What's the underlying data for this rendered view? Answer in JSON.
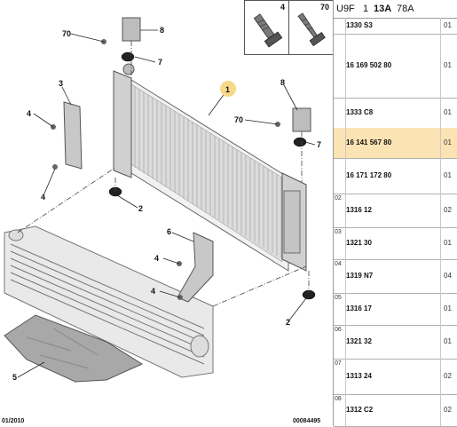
{
  "header": {
    "prefix": "U9F",
    "group": "1",
    "section": "13A",
    "code": "78A"
  },
  "hardware_box": {
    "left_label": "4",
    "right_label": "70"
  },
  "callouts": {
    "c1": "1",
    "c2a": "2",
    "c2b": "2",
    "c3": "3",
    "c4a": "4",
    "c4b": "4",
    "c4c": "4",
    "c4d": "4",
    "c5": "5",
    "c6": "6",
    "c7a": "7",
    "c7b": "7",
    "c8a": "8",
    "c8b": "8",
    "c70a": "70",
    "c70b": "70"
  },
  "footer": {
    "date": "01/2010",
    "drawing_no": "00084495"
  },
  "parts": [
    {
      "index": "",
      "ref": "1330 S3",
      "qty": "01"
    },
    {
      "index": "",
      "ref": "16 169 502 80",
      "qty": "01"
    },
    {
      "index": "",
      "ref": "1333 C8",
      "qty": "01"
    },
    {
      "index": "",
      "ref": "16 141 567 80",
      "qty": "01"
    },
    {
      "index": "",
      "ref": "16 171 172 80",
      "qty": "01"
    },
    {
      "index": "02",
      "ref": "1316 12",
      "qty": "02"
    },
    {
      "index": "03",
      "ref": "1321 30",
      "qty": "01"
    },
    {
      "index": "04",
      "ref": "1319 N7",
      "qty": "04"
    },
    {
      "index": "05",
      "ref": "1316 17",
      "qty": "01"
    },
    {
      "index": "06",
      "ref": "1321 32",
      "qty": "01"
    },
    {
      "index": "07",
      "ref": "1313 24",
      "qty": "02"
    },
    {
      "index": "08",
      "ref": "1312 C2",
      "qty": "02"
    }
  ],
  "colors": {
    "highlight_row": "#fbe3b3",
    "callout_1_marker": "#f6d98a"
  }
}
